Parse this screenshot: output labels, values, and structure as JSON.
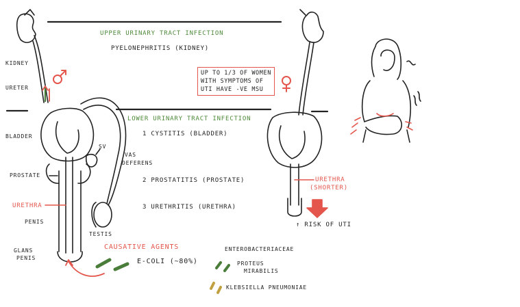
{
  "colors": {
    "ink": "#222222",
    "green_heading": "#4e8a3a",
    "red_label": "#e4554b",
    "bacteria_green": "#4a7d3a",
    "bacteria_yellow": "#c0a040",
    "skin_red": "#e4554b"
  },
  "sections": {
    "upper": {
      "heading": "UPPER URINARY TRACT INFECTION",
      "subtitle": "PYELONEPHRITIS (KIDNEY)"
    },
    "lower": {
      "heading": "LOWER URINARY TRACT INFECTION",
      "items": [
        "1 CYSTITIS (BLADDER)",
        "2 PROSTATITIS (PROSTATE)",
        "3 URETHRITIS (URETHRA)"
      ]
    }
  },
  "male_labels": {
    "kidney": "KIDNEY",
    "ureter": "URETER",
    "bladder": "BLADDER",
    "prostate": "PROSTATE",
    "urethra": "URETHRA",
    "penis": "PENIS",
    "glans_line1": "GLANS",
    "glans_line2": "PENIS",
    "sv": "SV",
    "vas_line1": "VAS",
    "vas_line2": "DEFERENS",
    "testis": "TESTIS"
  },
  "female_labels": {
    "note_line1": "UP TO 1/3 OF WOMEN",
    "note_line2": "WITH SYMPTOMS OF",
    "note_line3": "UTI HAVE -VE MSU",
    "urethra_line1": "URETHRA",
    "urethra_line2": "(SHORTER)",
    "risk": "↑ RISK OF UTI"
  },
  "agents": {
    "heading": "CAUSATIVE AGENTS",
    "ecoli": "E-COLI (~80%)",
    "enterobacteriaceae": "ENTEROBACTERIACEAE",
    "proteus_line1": "PROTEUS",
    "proteus_line2": "MIRABILIS",
    "klebsiella": "KLEBSIELLA PNEUMONIAE"
  },
  "icons": {
    "male": "male-symbol-icon",
    "female": "female-symbol-icon"
  }
}
